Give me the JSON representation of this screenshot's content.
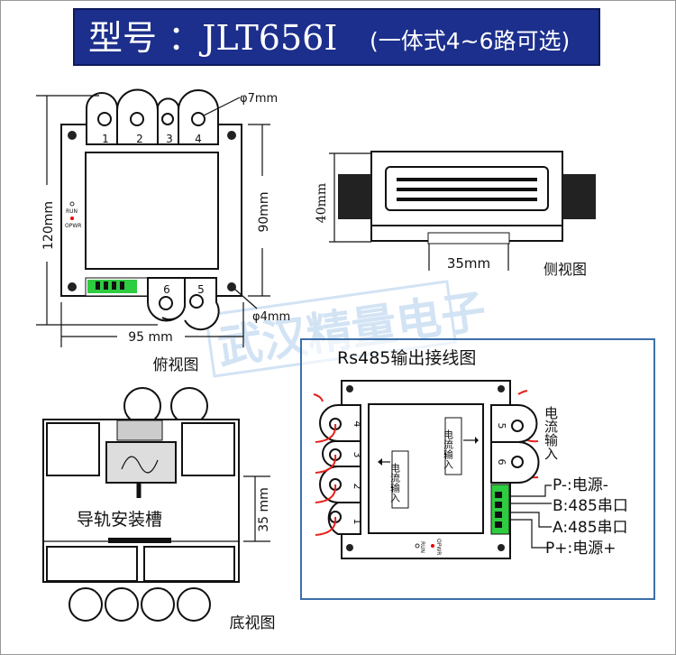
{
  "title": {
    "model_label": "型号 ：JLT656I",
    "model_suffix": "(一体式4~6路可选)"
  },
  "top_view": {
    "caption": "俯视图",
    "channels_top": [
      "1",
      "2",
      "3",
      "4"
    ],
    "channels_bottom": [
      "6",
      "5"
    ],
    "hole_diameter": "φ7mm",
    "mount_hole": "φ4mm",
    "height_total": "120mm",
    "height_body": "90mm",
    "width": "95 mm",
    "led_run": "RUN",
    "led_power": "OPWR"
  },
  "side_view": {
    "caption": "侧视图",
    "height": "40mm",
    "rail_width": "35mm"
  },
  "bottom_view": {
    "caption": "底视图",
    "rail_slot": "导轨安装槽",
    "rail_width": "35 mm"
  },
  "wiring": {
    "title": "Rs485输出接线图",
    "left_channels": [
      "4",
      "3",
      "2",
      "1"
    ],
    "right_channels": [
      "5",
      "6"
    ],
    "current_input": "电流输入",
    "led_run": "RUN",
    "led_power": "OPWR",
    "terminals": [
      {
        "pin": "P-",
        "desc": "电源-"
      },
      {
        "pin": "B",
        "desc": "485串口"
      },
      {
        "pin": "A",
        "desc": "485串口"
      },
      {
        "pin": "P+",
        "desc": "电源+"
      }
    ]
  },
  "watermark": "武汉精量电子",
  "colors": {
    "banner": "#1c2f8c",
    "frame": "#3d6fa8",
    "terminal": "#2ecc40",
    "arrow": "#e8201a"
  }
}
